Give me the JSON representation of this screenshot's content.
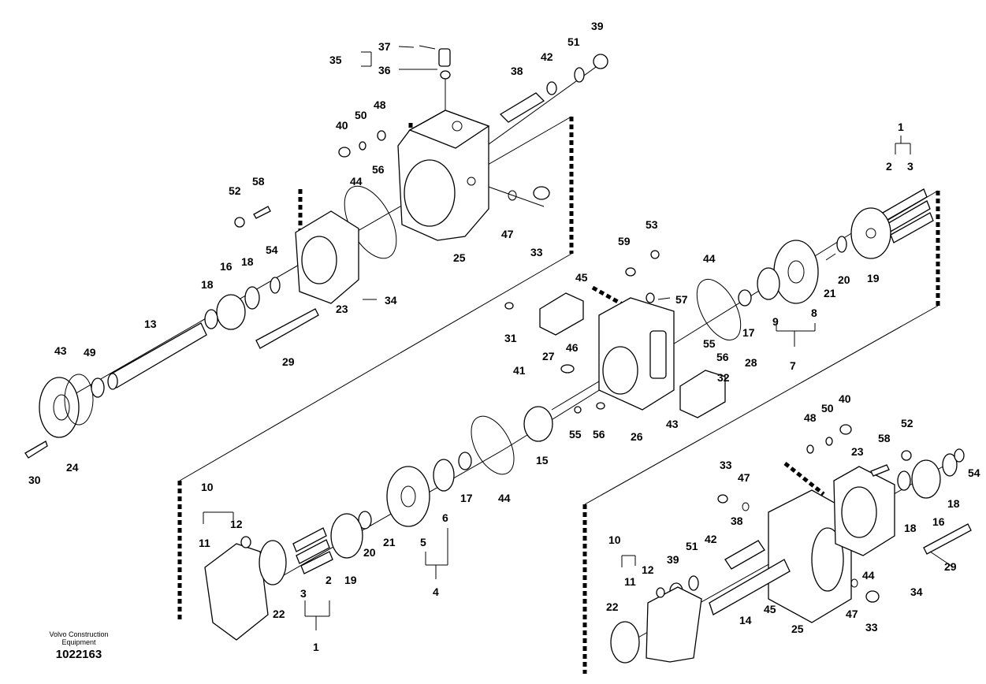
{
  "caption": {
    "line1": "Volvo Construction",
    "line2": "Equipment",
    "id": "1022163"
  },
  "callouts": {
    "c35": "35",
    "c37": "37",
    "c36": "36",
    "c38": "38",
    "c42": "42",
    "c51": "51",
    "c39a": "39",
    "c40a": "40",
    "c50a": "50",
    "c48a": "48",
    "c52a": "52",
    "c58a": "58",
    "c56a": "56",
    "c44a": "44",
    "c47a": "47",
    "c33a": "33",
    "c25a": "25",
    "c54a": "54",
    "c16a": "16",
    "c18a": "18",
    "c18b": "18",
    "c13": "13",
    "c23a": "23",
    "c34a": "34",
    "c29a": "29",
    "c43a": "43",
    "c49": "49",
    "c30": "30",
    "c24": "24",
    "c1a": "1",
    "c2a": "2",
    "c3a": "3",
    "c19a": "19",
    "c20a": "20",
    "c21a": "21",
    "c8": "8",
    "c9": "9",
    "c7": "7",
    "c17a": "17",
    "c44b": "44",
    "c53": "53",
    "c59": "59",
    "c45a": "45",
    "c57": "57",
    "c31": "31",
    "c27": "27",
    "c46": "46",
    "c55a": "55",
    "c56b": "56",
    "c28": "28",
    "c41": "41",
    "c32": "32",
    "c43b": "43",
    "c26": "26",
    "c55b": "55",
    "c56c": "56",
    "c15": "15",
    "c44c": "44",
    "c17b": "17",
    "c6": "6",
    "c5": "5",
    "c4": "4",
    "c10a": "10",
    "c12a": "12",
    "c11a": "11",
    "c22a": "22",
    "c3b": "3",
    "c2b": "2",
    "c1b": "1",
    "c19b": "19",
    "c20b": "20",
    "c21b": "21",
    "c48b": "48",
    "c50b": "50",
    "c40b": "40",
    "c33b": "33",
    "c47b": "47",
    "c23b": "23",
    "c58b": "58",
    "c52b": "52",
    "c29b": "29",
    "c54b": "54",
    "c18c": "18",
    "c16b": "16",
    "c18d": "18",
    "c10b": "10",
    "c38b": "38",
    "c42b": "42",
    "c51b": "51",
    "c39b": "39",
    "c12b": "12",
    "c11b": "11",
    "c44d": "44",
    "c34b": "34",
    "c14": "14",
    "c45b": "45",
    "c25b": "25",
    "c47c": "47",
    "c33c": "33",
    "c22b": "22"
  }
}
